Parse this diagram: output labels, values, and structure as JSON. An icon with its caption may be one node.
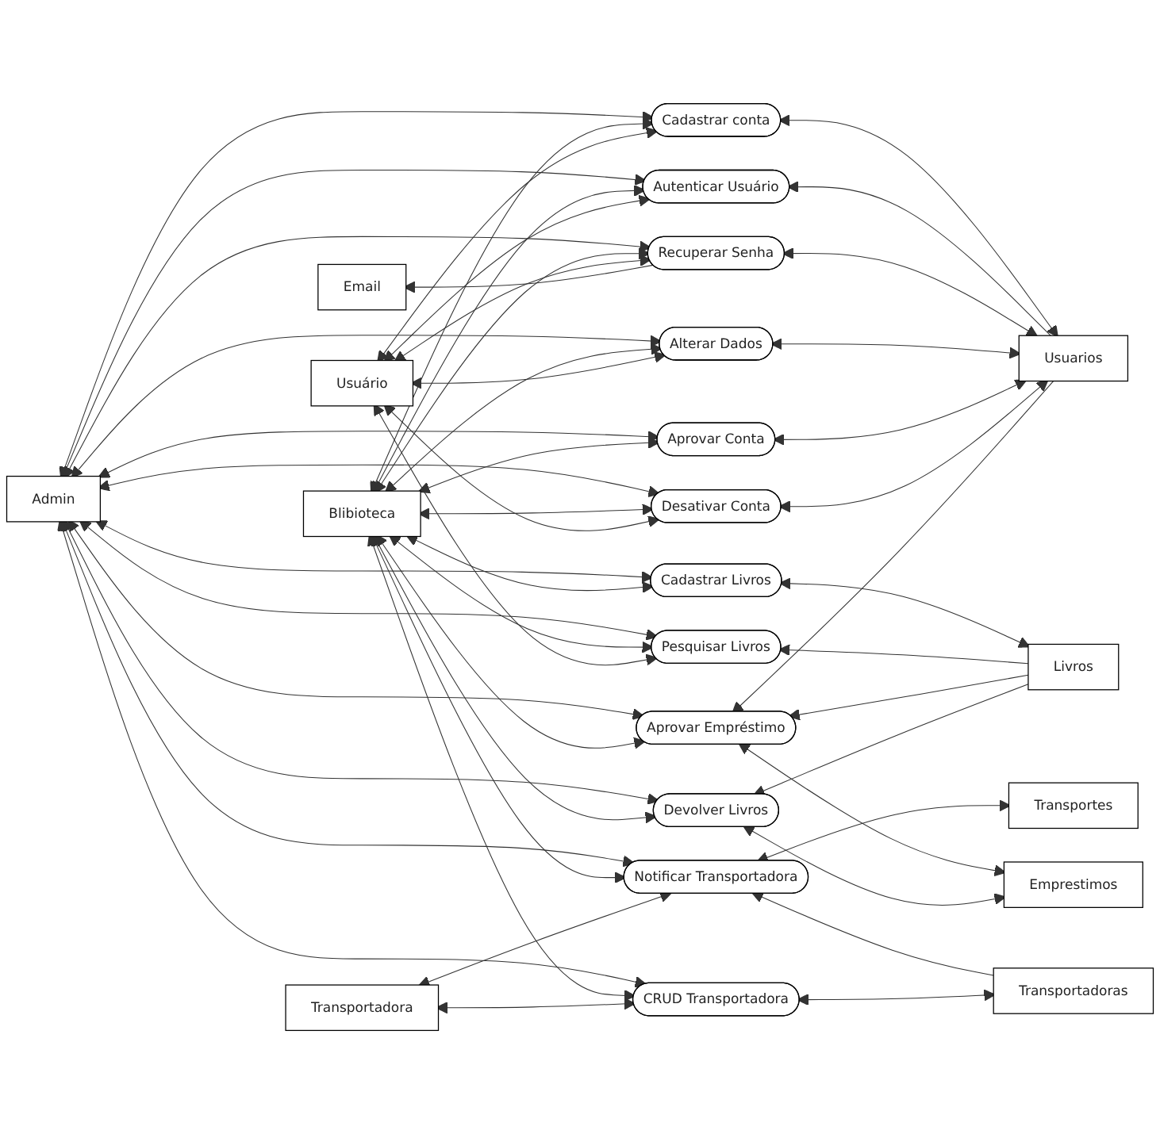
{
  "diagram": {
    "nodes": [
      {
        "text": [
          "Admin"
        ]
      },
      {
        "text": [
          "Blibioteca"
        ]
      },
      {
        "text": [
          "Usuário"
        ]
      },
      {
        "text": [
          "Transportadora"
        ]
      },
      {
        "text": [
          "Cadastrar conta"
        ]
      },
      {
        "text": [
          "Autenticar Usuário"
        ]
      },
      {
        "text": [
          "Recuperar Senha"
        ]
      },
      {
        "text": [
          "Alterar Dados"
        ]
      },
      {
        "text": [
          "Aprovar Conta"
        ]
      },
      {
        "text": [
          "Desativar Conta"
        ]
      },
      {
        "text": [
          "Cadastrar Livros"
        ]
      },
      {
        "text": [
          "Pesquisar Livros"
        ]
      },
      {
        "text": [
          "Aprovar Empréstimo"
        ]
      },
      {
        "text": [
          "Devolver Livros"
        ]
      },
      {
        "text": [
          "Notificar Transportadora"
        ]
      },
      {
        "text": [
          "CRUD Transportadora"
        ]
      },
      {
        "text": [
          "Usuarios"
        ]
      },
      {
        "text": [
          "Email"
        ]
      },
      {
        "text": [
          "Livros"
        ]
      },
      {
        "text": [
          "Emprestimos"
        ]
      },
      {
        "text": [
          "Transportes"
        ]
      },
      {
        "text": [
          "Transportadoras"
        ]
      }
    ],
    "edges": [
      {
        "from": 4,
        "to": 0,
        "arrow": "both"
      },
      {
        "from": 5,
        "to": 0,
        "arrow": "both"
      },
      {
        "from": 6,
        "to": 0,
        "arrow": "both"
      },
      {
        "from": 7,
        "to": 0,
        "arrow": "both"
      },
      {
        "from": 8,
        "to": 0,
        "arrow": "both"
      },
      {
        "from": 9,
        "to": 0,
        "arrow": "both"
      },
      {
        "from": 10,
        "to": 0,
        "arrow": "both"
      },
      {
        "from": 11,
        "to": 0,
        "arrow": "both"
      },
      {
        "from": 12,
        "to": 0,
        "arrow": "both"
      },
      {
        "from": 13,
        "to": 0,
        "arrow": "both"
      },
      {
        "from": 14,
        "to": 0,
        "arrow": "both"
      },
      {
        "from": 15,
        "to": 0,
        "arrow": "both"
      },
      {
        "from": 4,
        "to": 1,
        "arrow": "both"
      },
      {
        "from": 5,
        "to": 1,
        "arrow": "both"
      },
      {
        "from": 6,
        "to": 1,
        "arrow": "both"
      },
      {
        "from": 7,
        "to": 1,
        "arrow": "both"
      },
      {
        "from": 8,
        "to": 1,
        "arrow": "both"
      },
      {
        "from": 9,
        "to": 1,
        "arrow": "both"
      },
      {
        "from": 10,
        "to": 1,
        "arrow": "both"
      },
      {
        "from": 11,
        "to": 1,
        "arrow": "both"
      },
      {
        "from": 12,
        "to": 1,
        "arrow": "both"
      },
      {
        "from": 13,
        "to": 1,
        "arrow": "both"
      },
      {
        "from": 14,
        "to": 1,
        "arrow": "both"
      },
      {
        "from": 15,
        "to": 1,
        "arrow": "both"
      },
      {
        "from": 4,
        "to": 2,
        "arrow": "both"
      },
      {
        "from": 5,
        "to": 2,
        "arrow": "both"
      },
      {
        "from": 6,
        "to": 2,
        "arrow": "both"
      },
      {
        "from": 7,
        "to": 2,
        "arrow": "both"
      },
      {
        "from": 9,
        "to": 2,
        "arrow": "both"
      },
      {
        "from": 11,
        "to": 2,
        "arrow": "both"
      },
      {
        "from": 14,
        "to": 3,
        "arrow": "both"
      },
      {
        "from": 15,
        "to": 3,
        "arrow": "both"
      },
      {
        "from": 16,
        "to": 4,
        "arrow": "both"
      },
      {
        "from": 16,
        "to": 5,
        "arrow": "to"
      },
      {
        "from": 16,
        "to": 6,
        "arrow": "both"
      },
      {
        "from": 6,
        "to": 17,
        "arrow": "to"
      },
      {
        "from": 16,
        "to": 7,
        "arrow": "both"
      },
      {
        "from": 16,
        "to": 8,
        "arrow": "both"
      },
      {
        "from": 16,
        "to": 9,
        "arrow": "both"
      },
      {
        "from": 16,
        "to": 12,
        "arrow": "to"
      },
      {
        "from": 18,
        "to": 10,
        "arrow": "both"
      },
      {
        "from": 18,
        "to": 11,
        "arrow": "to"
      },
      {
        "from": 18,
        "to": 12,
        "arrow": "to"
      },
      {
        "from": 18,
        "to": 13,
        "arrow": "to"
      },
      {
        "from": 19,
        "to": 12,
        "arrow": "both"
      },
      {
        "from": 19,
        "to": 13,
        "arrow": "both"
      },
      {
        "from": 20,
        "to": 14,
        "arrow": "both"
      },
      {
        "from": 21,
        "to": 14,
        "arrow": "to"
      },
      {
        "from": 21,
        "to": 15,
        "arrow": "both"
      }
    ]
  }
}
